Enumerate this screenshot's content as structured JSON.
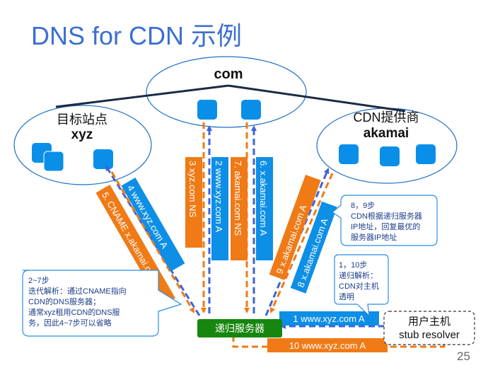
{
  "title": "DNS for CDN 示例",
  "page_number": "25",
  "colors": {
    "title": "#3b6fd0",
    "blue_step": "#0d8fe6",
    "orange_step": "#f07a16",
    "green_resolver": "#17860f",
    "server_box": "#0a8fe8",
    "ellipse_stroke": "#1e6fc4",
    "tree_line": "#1b2a44"
  },
  "nodes": {
    "com": "com",
    "target_site": {
      "line1": "目标站点",
      "line2": "xyz"
    },
    "cdn_provider": {
      "line1": "CDN提供商",
      "line2": "akamai"
    },
    "recursive_server": "递归服务器",
    "user_host": {
      "line1": "用户主机",
      "line2": "stub resolver"
    }
  },
  "steps": {
    "s1": "1 www.xyz.com A",
    "s2": "2 www.xyz.com A",
    "s3": "3 xyz.com NS",
    "s4": "4 www.xyz.com A",
    "s5": "5. CNAME x.akamai.com",
    "s6": "6. x.akamai.com A",
    "s7": "7. akamai.com NS",
    "s8": "8 x.akamai.com A",
    "s9": "9 x.akamai.com A",
    "s10": "10 www.xyz.com A"
  },
  "callouts": {
    "iterative": [
      "2~7步",
      "迭代解析：通过CNAME指向",
      "CDN的DNS服务器；",
      "通常xyz租用CDN的DNS服",
      "务，因此4~7步可以省略"
    ],
    "recursive": [
      "1，10步",
      "递归解析：",
      "CDN对主机",
      "透明"
    ],
    "cdn_reply": [
      "8，9步",
      "CDN根据递归服务器",
      "IP地址，回复最优的",
      "服务器IP地址"
    ]
  }
}
